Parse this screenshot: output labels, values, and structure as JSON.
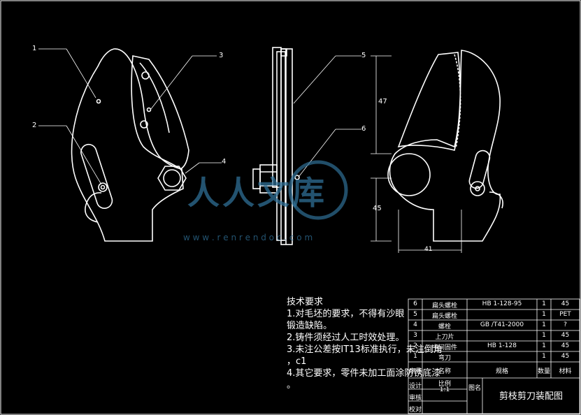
{
  "drawing": {
    "title": "剪枝剪刀装配图",
    "watermark_text": "人人文库",
    "watermark_url": "w w w . r e n r e n d o c . c o m"
  },
  "balloons": [
    "1",
    "2",
    "3",
    "4",
    "5",
    "6"
  ],
  "dimensions": {
    "height_top": "47",
    "height_bottom": "45",
    "width": "41"
  },
  "notes": {
    "heading": "技术要求",
    "items": [
      "1.对毛坯的要求，不得有沙眼",
      "锻造缺陷。",
      "2.铸件须经过人工时效处理。",
      "3.未注公差按IT13标准执行，未注倒角",
      "，c1",
      "4.其它要求，零件未加工面涂防锈底漆",
      "。"
    ]
  },
  "bom": [
    {
      "no": "6",
      "name": "扁头螺栓",
      "standard": "HB 1-128-95",
      "qty": "1",
      "material": "45"
    },
    {
      "no": "5",
      "name": "扁头螺栓",
      "standard": "",
      "qty": "1",
      "material": "PET"
    },
    {
      "no": "4",
      "name": "螺栓",
      "standard": "GB /T41-2000",
      "qty": "1",
      "material": "?"
    },
    {
      "no": "3",
      "name": "上刀片",
      "standard": "",
      "qty": "1",
      "material": "45"
    },
    {
      "no": "2",
      "name": "中间固件",
      "standard": "HB 1-128",
      "qty": "1",
      "material": "45"
    },
    {
      "no": "1",
      "name": "弯刀",
      "standard": "",
      "qty": "1",
      "material": "45"
    }
  ],
  "bom_header": {
    "no": "序号",
    "name": "名称",
    "standard": "规格",
    "qty": "数量",
    "material": "材料"
  },
  "title_block": {
    "drawing_label": "图名",
    "scale_label": "比例",
    "scale": "1:1",
    "row1": "设计",
    "row2": "审核",
    "row3": "校对"
  },
  "colors": {
    "line": "#ffffff",
    "watermark": "#2f6f96"
  }
}
